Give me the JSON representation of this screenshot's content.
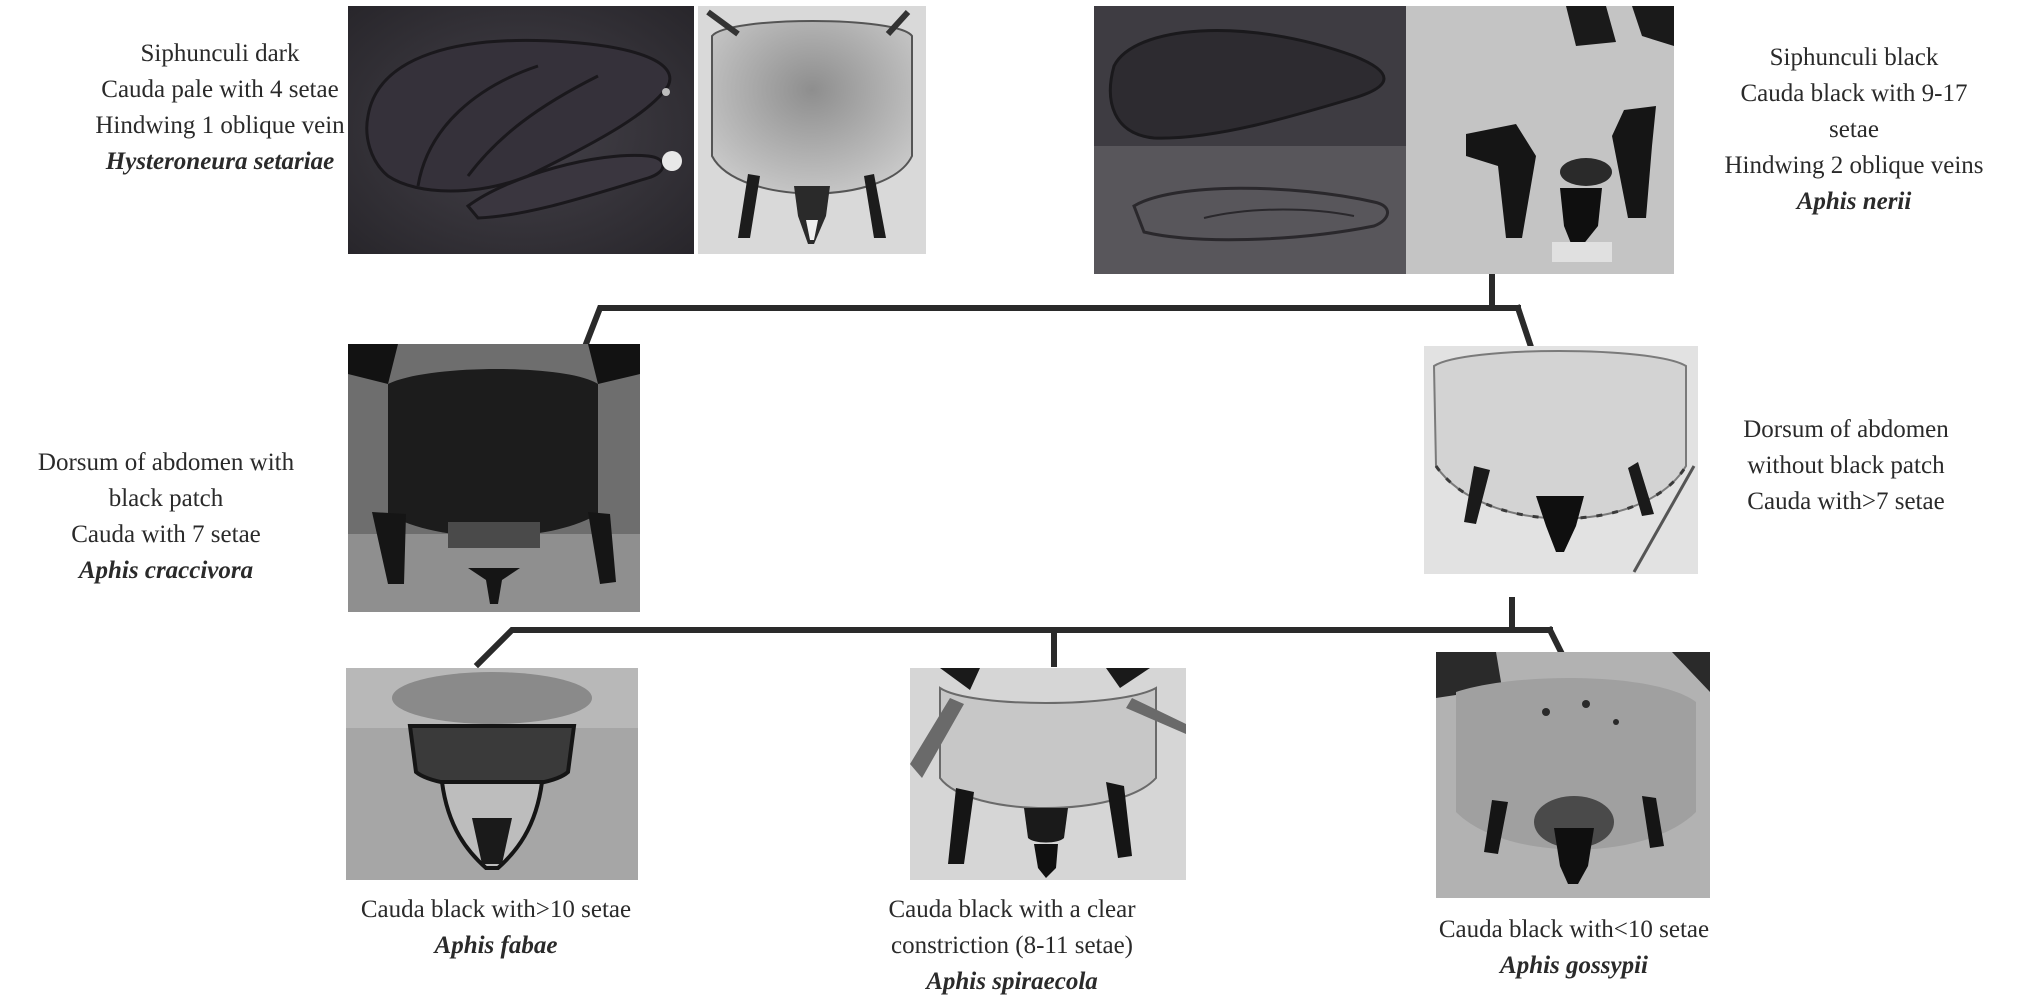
{
  "taxa": {
    "hysteroneura": {
      "lines": [
        "Siphunculi dark",
        "Cauda pale with 4 setae",
        "Hindwing 1 oblique vein"
      ],
      "species": "Hysteroneura setariae"
    },
    "nerii": {
      "lines": [
        "Siphunculi black",
        "Cauda black with 9-17",
        "setae",
        "Hindwing 2 oblique veins"
      ],
      "species": "Aphis nerii"
    },
    "craccivora": {
      "lines": [
        "Dorsum of abdomen with",
        "black patch",
        "Cauda with 7 setae"
      ],
      "species": "Aphis craccivora"
    },
    "no_patch": {
      "lines": [
        "Dorsum of abdomen",
        "without black patch",
        "Cauda with>7 setae"
      ]
    },
    "fabae": {
      "lines": [
        "Cauda black with>10 setae"
      ],
      "species": "Aphis fabae"
    },
    "spiraecola": {
      "lines": [
        "Cauda black with a clear",
        "constriction (8-11 setae)"
      ],
      "species": "Aphis spiraecola"
    },
    "gossypii": {
      "lines": [
        "Cauda black with<10 setae"
      ],
      "species": "Aphis gossypii"
    }
  }
}
